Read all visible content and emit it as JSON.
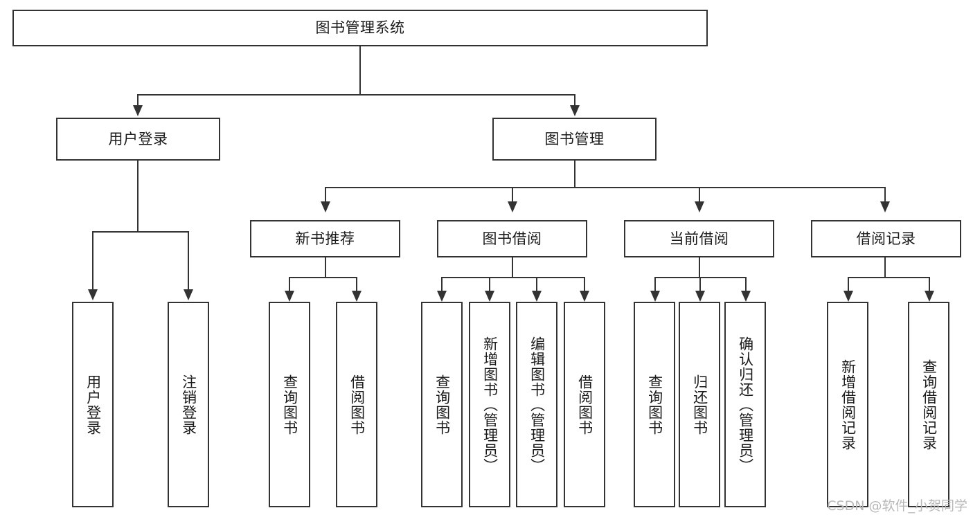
{
  "diagram": {
    "type": "tree-hierarchy-chart",
    "title_node": {
      "label": "图书管理系统"
    },
    "level2": [
      {
        "id": "user-login",
        "label": "用户登录"
      },
      {
        "id": "book-management",
        "label": "图书管理"
      }
    ],
    "level3": [
      {
        "id": "new-book-recommend",
        "label": "新书推荐"
      },
      {
        "id": "book-borrow",
        "label": "图书借阅"
      },
      {
        "id": "current-borrow",
        "label": "当前借阅"
      },
      {
        "id": "borrow-record",
        "label": "借阅记录"
      }
    ],
    "leaves": {
      "user_login": [
        {
          "id": "leaf-user-login",
          "label": "用户登录"
        },
        {
          "id": "leaf-logout-login",
          "label": "注销登录"
        }
      ],
      "new_book_recommend": [
        {
          "id": "leaf-query-book-1",
          "label": "查询图书"
        },
        {
          "id": "leaf-borrow-book-1",
          "label": "借阅图书"
        }
      ],
      "book_borrow": [
        {
          "id": "leaf-query-book-2",
          "label": "查询图书"
        },
        {
          "id": "leaf-add-book",
          "label": "新增图书（管理员）"
        },
        {
          "id": "leaf-edit-book",
          "label": "编辑图书（管理员）"
        },
        {
          "id": "leaf-borrow-book-2",
          "label": "借阅图书"
        }
      ],
      "current_borrow": [
        {
          "id": "leaf-query-book-3",
          "label": "查询图书"
        },
        {
          "id": "leaf-return-book",
          "label": "归还图书"
        },
        {
          "id": "leaf-confirm-return",
          "label": "确认归还（管理员）"
        }
      ],
      "borrow_record": [
        {
          "id": "leaf-add-record",
          "label": "新增借阅记录"
        },
        {
          "id": "leaf-query-record",
          "label": "查询借阅记录"
        }
      ]
    }
  },
  "watermark": {
    "text": "CSDN @软件_小贺同学"
  },
  "colors": {
    "stroke": "#333333",
    "text": "#1a1a1a",
    "background": "#ffffff",
    "watermark": "#b8b8b8"
  }
}
